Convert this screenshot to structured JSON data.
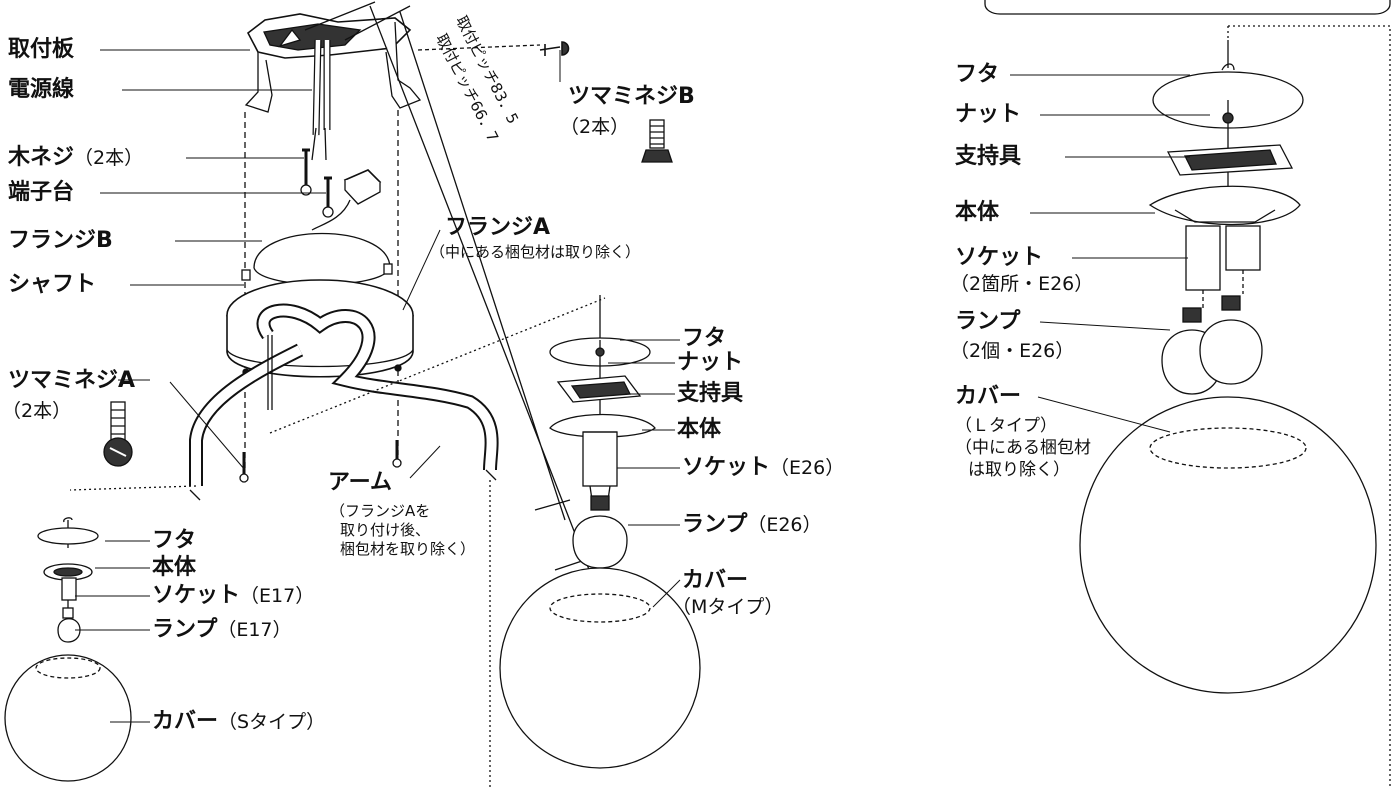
{
  "labels": {
    "mount_plate": "取付板",
    "power_cord": "電源線",
    "wood_screw": "木ネジ",
    "wood_screw_qty": "（2本）",
    "terminal_block": "端子台",
    "flange_b": "フランジB",
    "shaft": "シャフト",
    "knob_screw_a": "ツマミネジA",
    "knob_screw_a_qty": "（2本）",
    "knob_screw_b": "ツマミネジB",
    "knob_screw_b_qty": "（2本）",
    "pitch_1": "取付ピッチ83．5",
    "pitch_2": "取付ピッチ66．7",
    "flange_a": "フランジA",
    "flange_a_note": "（中にある梱包材は取り除く）",
    "arm": "アーム",
    "arm_note_1": "（フランジAを",
    "arm_note_2": "取り付け後、",
    "arm_note_3": "梱包材を取り除く）",
    "s_lid": "フタ",
    "s_body": "本体",
    "s_socket": "ソケット",
    "s_socket_spec": "（E17）",
    "s_lamp": "ランプ",
    "s_lamp_spec": "（E17）",
    "s_cover": "カバー",
    "s_cover_type": "（Sタイプ）",
    "m_lid": "フタ",
    "m_nut": "ナット",
    "m_support": "支持具",
    "m_body": "本体",
    "m_socket": "ソケット",
    "m_socket_spec": "（E26）",
    "m_lamp": "ランプ",
    "m_lamp_spec": "（E26）",
    "m_cover": "カバー",
    "m_cover_type": "（Mタイプ）",
    "l_lid": "フタ",
    "l_nut": "ナット",
    "l_support": "支持具",
    "l_body": "本体",
    "l_socket": "ソケット",
    "l_socket_spec": "（2箇所・E26）",
    "l_lamp": "ランプ",
    "l_lamp_spec": "（2個・E26）",
    "l_cover": "カバー",
    "l_cover_type": "（Ｌタイプ）",
    "l_cover_note_1": "（中にある梱包材",
    "l_cover_note_2": "は取り除く）"
  }
}
